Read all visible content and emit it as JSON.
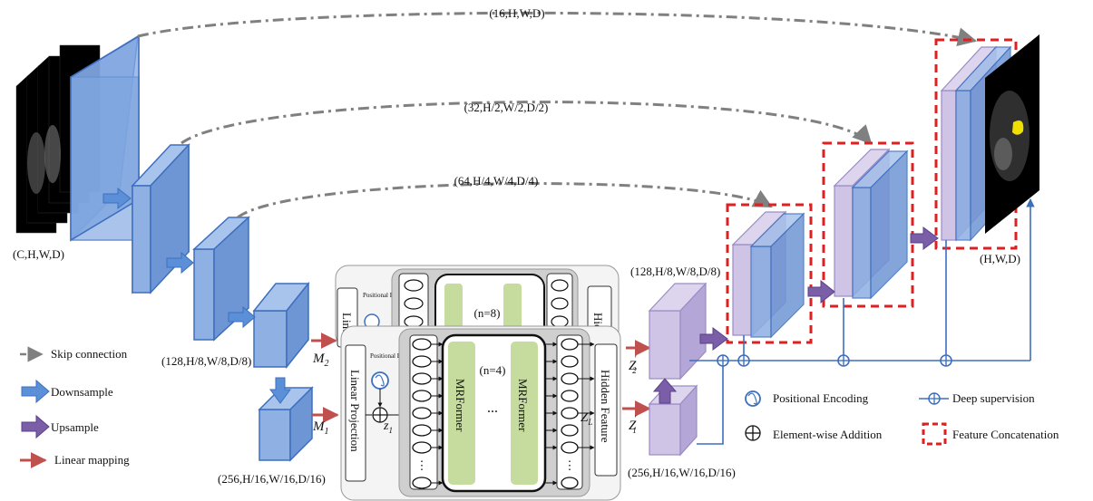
{
  "labels": {
    "dim_input": "(C,H,W,D)",
    "dim_skip1": "(16,H,W,D)",
    "dim_skip2": "(32,H/2,W/2,D/2)",
    "dim_skip3": "(64,H/4,W/4,D/4)",
    "dim_enc4": "(128,H/8,W/8,D/8)",
    "dim_enc5": "(256,H/16,W/16,D/16)",
    "dim_dec4": "(128,H/8,W/8,D/8)",
    "dim_dec5": "(256,H/16,W/16,D/16)",
    "dim_output": "(H,W,D)"
  },
  "math": {
    "m2": "M",
    "m2_sub": "2",
    "m1": "M",
    "m1_sub": "1",
    "z1": "z",
    "z1_sub": "1",
    "zl": "Z",
    "zl_sub": "L",
    "zp2": "Z",
    "zp2_sub": "2",
    "zp1": "Z",
    "zp1_sub": "1",
    "prime": "'"
  },
  "transformer": {
    "back_linear_projection": "Linear Projection",
    "back_positional_encoding": "Positional Encoding",
    "back_n": "(n=8)",
    "back_hidden": "Hidden Feature",
    "front_linear_projection": "Linear Projection",
    "front_positional_encoding": "Positional Encoding",
    "front_n": "(n=4)",
    "front_hidden": "Hidden Feature",
    "mrformer_left": "MRFormer",
    "mrformer_right": "MRFormer",
    "ellipsis": "...",
    "vdots": "⋮"
  },
  "legend": {
    "skip": "Skip connection",
    "downsample": "Downsample",
    "upsample": "Upsample",
    "linear": "Linear mapping",
    "positional": "Positional Encoding",
    "addition": "Element-wise Addition",
    "deep_supervision": "Deep supervision",
    "concat": "Feature Concatenation"
  },
  "colors": {
    "encoder_blue": "#8eb0e3",
    "decoder_purple": "#cfc4e6",
    "downsample_arrow": "#5b8fd8",
    "upsample_arrow": "#7a5ea8",
    "linear_arrow": "#c0504d",
    "skip_line": "#808080",
    "concat_box": "#e02020",
    "supervision_line": "#3d6fbf",
    "mrformer_green": "#c6dc9e"
  }
}
